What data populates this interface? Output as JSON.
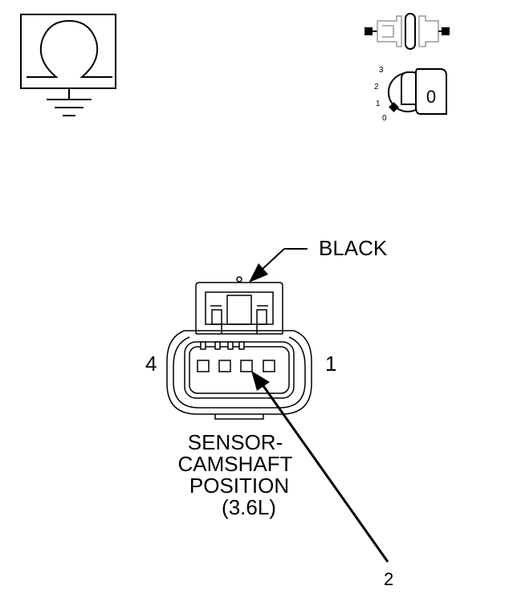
{
  "icons": {
    "ohmmeter": "ohmmeter-icon",
    "ground": "ground-icon",
    "connector_disconnect": "connector-disconnect-icon",
    "ignition_switch": "ignition-switch-icon"
  },
  "ignition": {
    "positions": [
      "3",
      "2",
      "1",
      "0"
    ],
    "key_position": "0"
  },
  "connector": {
    "color_label": "BLACK",
    "pin_left": "4",
    "pin_right": "1",
    "name_lines": [
      "SENSOR-",
      "CAMSHAFT",
      "POSITION",
      "(3.6L)"
    ],
    "callout_pin": "2"
  }
}
